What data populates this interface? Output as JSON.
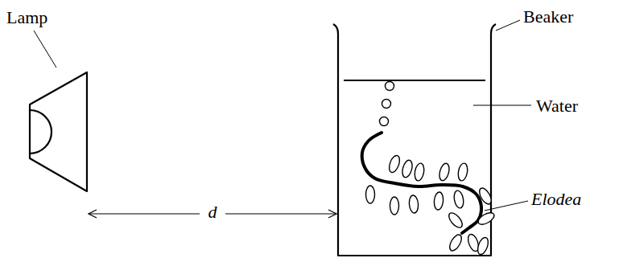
{
  "diagram": {
    "labels": [
      "Lamp",
      "Beaker",
      "Water",
      "Elodea",
      "d"
    ]
  }
}
